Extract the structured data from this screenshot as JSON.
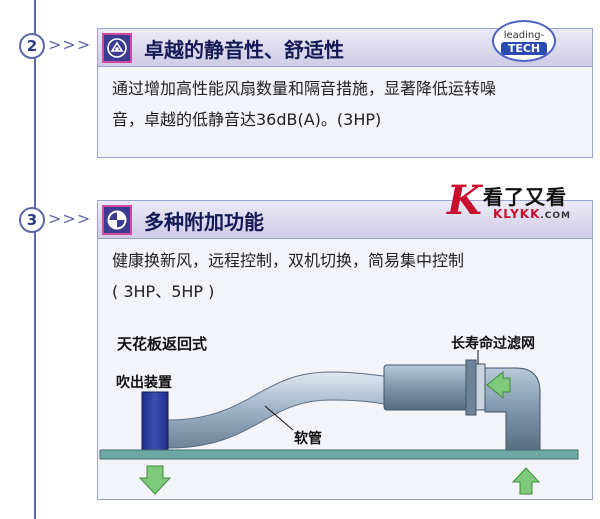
{
  "sections": [
    {
      "number": "2",
      "arrows": ">>>",
      "title": "卓越的静音性、舒适性",
      "body_line1": "通过增加高性能风扇数量和隔音措施，显著降低运转噪",
      "body_line2": "音，卓越的低静音达36dB(A)。(3HP)"
    },
    {
      "number": "3",
      "arrows": ">>>",
      "title": "多种附加功能",
      "body_line1": "健康换新风，远程控制，双机切换，简易集中控制",
      "body_line2": "( 3HP、5HP )"
    }
  ],
  "badge": {
    "line1": "leading-",
    "line2": "TECH"
  },
  "logo": {
    "mark": "K",
    "chinese": "看了又看",
    "domain_main": "KLYKK",
    "domain_suffix": ".COM"
  },
  "diagram": {
    "title": "天花板返回式",
    "outlet_label": "吹出装置",
    "hose_label": "软管",
    "filter_label": "长寿命过滤网"
  },
  "colors": {
    "accent": "#5a6aa8",
    "title_text": "#141a55",
    "icon_bg": "#3b3c8f",
    "icon_border": "#d24aa0",
    "logo_red": "#c8102e",
    "arrow_green": "#7fc97a"
  },
  "icons": [
    "sparkle-icon",
    "ring-icon"
  ]
}
